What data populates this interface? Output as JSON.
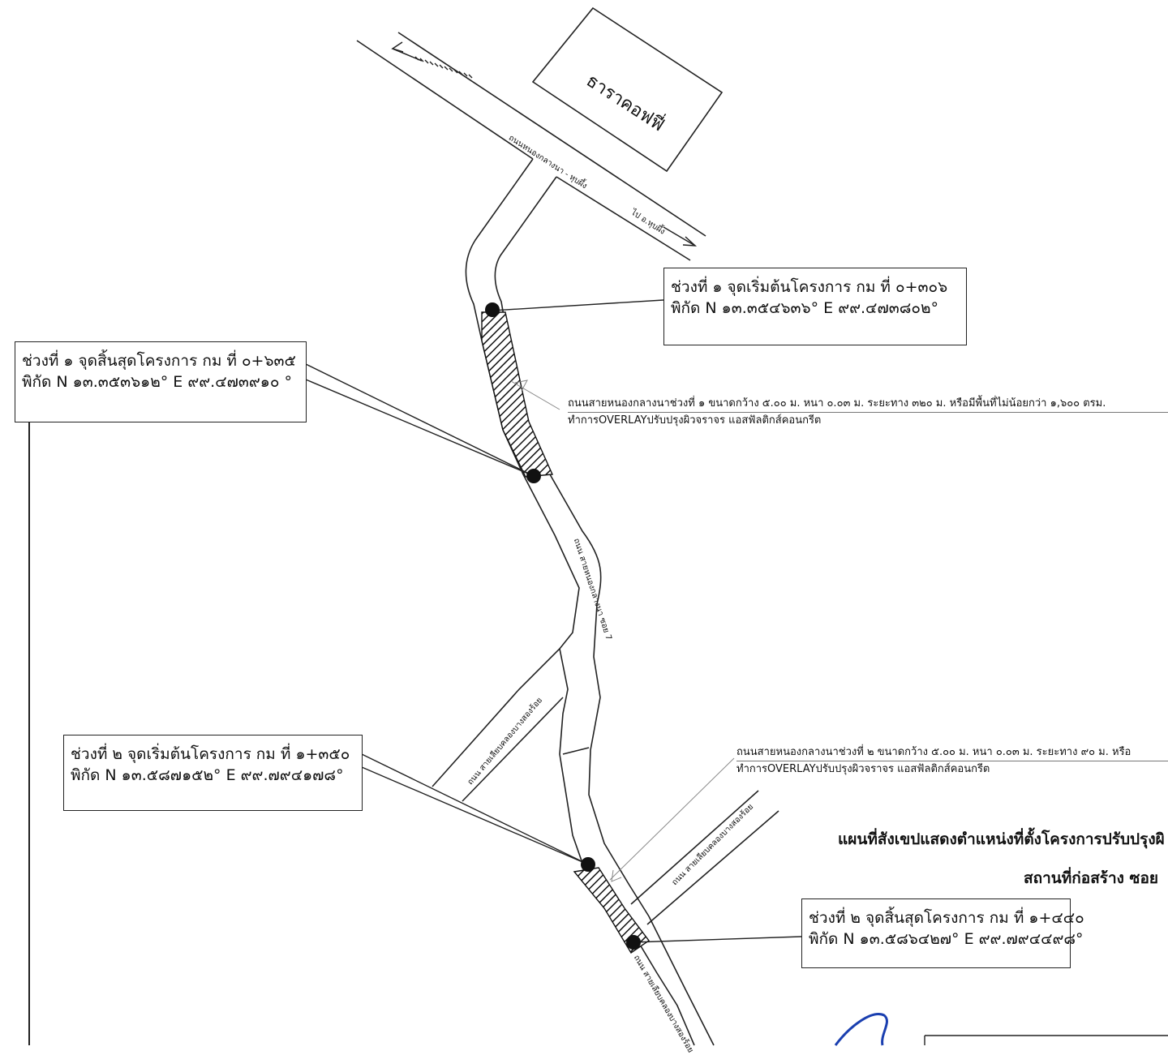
{
  "landmark": {
    "name": "ธาราคอฟฟี่"
  },
  "roads": {
    "main_road": "ถนนหนองกลางนา - หุบผึ้ง",
    "direction_note": "ไป อ.หุบผึ้ง",
    "branch_road": "ถนน สายหนองกลางนา ซอย 7",
    "canal_road_1": "ถนน สายเลียบคลองบางสองร้อย",
    "canal_road_2": "ถนน สายเลียบคลองบางสองร้อย",
    "canal_road_3": "ถนน สายเลียบคลองบางสองร้อย"
  },
  "callouts": [
    {
      "line1": "ช่วงที่ ๑ จุดเริ่มต้นโครงการ  กม ที่  ๐+๓๐๖",
      "line2": "พิกัด N ๑๓.๓๕๔๖๓๖° E ๙๙.๔๗๓๘๐๒°"
    },
    {
      "line1": "ช่วงที่ ๑ จุดสิ้นสุดโครงการ  กม ที่ ๐+๖๓๕",
      "line2": "พิกัด N ๑๓.๓๕๓๖๑๒° E ๙๙.๔๗๓๙๑๐ °"
    },
    {
      "line1": "ช่วงที่ ๒ จุดเริ่มต้นโครงการ  กม ที่  ๑+๓๕๐",
      "line2": "พิกัด N ๑๓.๕๘๗๑๕๒° E ๙๙.๗๙๔๑๗๘°"
    },
    {
      "line1": "ช่วงที่ ๒ จุดสิ้นสุดโครงการ  กม ที่  ๑+๔๔๐",
      "line2": "พิกัด N ๑๓.๕๘๖๔๒๗° E ๙๙.๗๙๔๔๙๘°"
    }
  ],
  "annotations": [
    {
      "line1": "ถนนสายหนองกลางนาช่วงที่ ๑ ขนาดกว้าง ๕.๐๐ ม.  หนา ๐.๐๓ ม. ระยะทาง ๓๒๐ ม. หรือมีพื้นที่ไม่น้อยกว่า ๑,๖๐๐ ตรม.",
      "line2": "ทำการOVERLAYปรับปรุงผิวจราจร แอสฟัลติกส์คอนกรีต"
    },
    {
      "line1": "ถนนสายหนองกลางนาช่วงที่ ๒ ขนาดกว้าง ๕.๐๐ ม.  หนา ๐.๐๓ ม. ระยะทาง ๙๐ ม. หรือ",
      "line2": "ทำการOVERLAYปรับปรุงผิวจราจร แอสฟัลติกส์คอนกรีต"
    }
  ],
  "sketch_title": "แผนที่สังเขปแสดงตำแหน่งที่ตั้งโครงการปรับปรุงผิ",
  "site_label": "สถานที่ก่อสร้าง ซอย ",
  "colors": {
    "ink": "#111111",
    "paper": "#ffffff",
    "signature": "#1a3fb0"
  }
}
